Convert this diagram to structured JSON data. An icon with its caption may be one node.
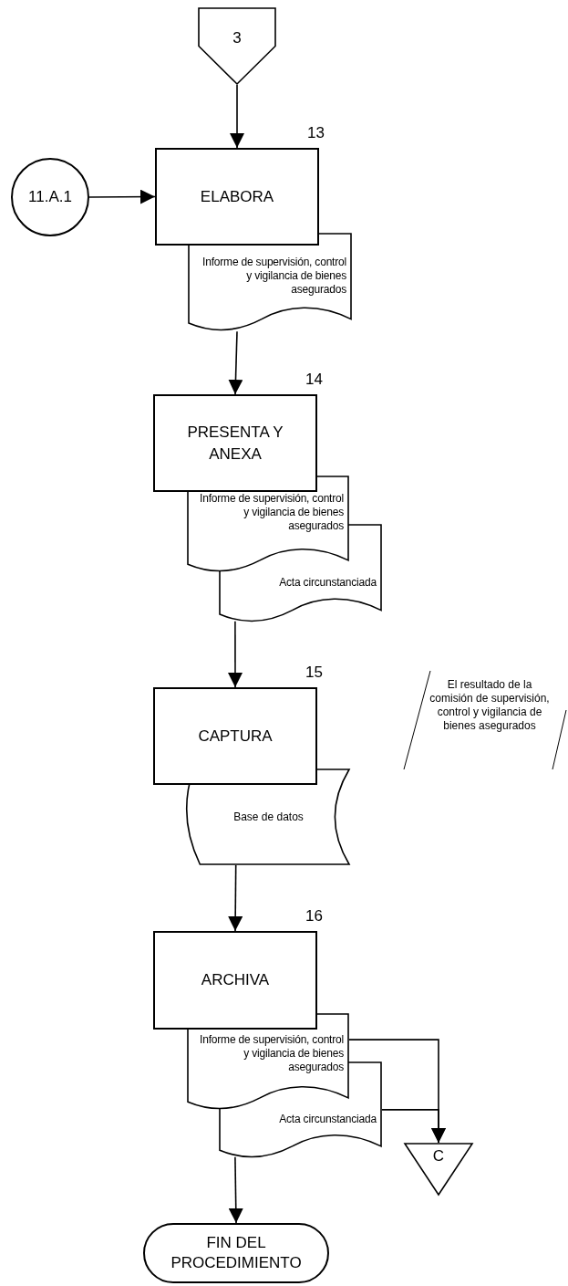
{
  "diagram": {
    "nodes": [
      {
        "text": [
          "3"
        ]
      },
      {
        "text": [
          "11.A.1"
        ]
      },
      {
        "text": [
          "ELABORA"
        ],
        "beside": [
          "13"
        ]
      },
      {
        "text": [
          "Informe de supervisión, control y vigilancia de bienes asegurados"
        ]
      },
      {
        "text": [
          "PRESENTA Y ANEXA"
        ],
        "beside": [
          "14"
        ]
      },
      {
        "text": [
          "Informe de supervisión, control y vigilancia de bienes asegurados"
        ]
      },
      {
        "text": [
          "Acta circunstanciada"
        ]
      },
      {
        "text": [
          "CAPTURA"
        ],
        "beside": [
          "15"
        ]
      },
      {
        "text": [
          "Base de datos"
        ]
      },
      {
        "text": [
          "El resultado de la comisión de supervisión, control y vigilancia de bienes asegurados"
        ]
      },
      {
        "text": [
          "ARCHIVA"
        ],
        "beside": [
          "16"
        ]
      },
      {
        "text": [
          "Informe de supervisión, control y vigilancia de bienes asegurados"
        ]
      },
      {
        "text": [
          "Acta circunstanciada"
        ]
      },
      {
        "text": [
          "C"
        ]
      },
      {
        "text": [
          "FIN DEL PROCEDIMIENTO"
        ]
      }
    ],
    "edges": [
      {
        "from": 0,
        "to": 2,
        "arrow": "to"
      },
      {
        "from": 1,
        "to": 2,
        "arrow": "to"
      },
      {
        "from": 3,
        "to": 4,
        "arrow": "to"
      },
      {
        "from": 6,
        "to": 7,
        "arrow": "to"
      },
      {
        "from": 8,
        "to": 10,
        "arrow": "to"
      },
      {
        "from": 11,
        "to": 13,
        "arrow": "to"
      },
      {
        "from": 12,
        "to": 13,
        "arrow": "to"
      },
      {
        "from": 12,
        "to": 14,
        "arrow": "to"
      }
    ]
  }
}
